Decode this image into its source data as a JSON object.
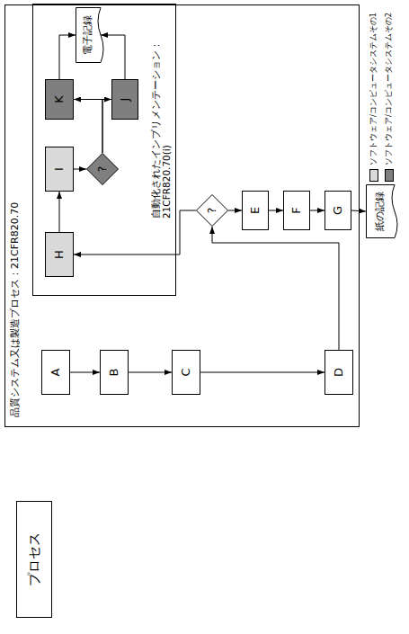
{
  "diagram": {
    "nodes": [
      {
        "text": [
          "プロセス"
        ]
      },
      {
        "text": [
          "品質システム又は製造プロセス：21CFR820.70"
        ]
      },
      {
        "text": [
          "A"
        ],
        "in": 1
      },
      {
        "text": [
          "B"
        ],
        "in": 1
      },
      {
        "text": [
          "C"
        ],
        "in": 1
      },
      {
        "text": [
          "D"
        ],
        "in": 1
      },
      {
        "text": [
          "?"
        ],
        "in": 1
      },
      {
        "text": [
          "E"
        ],
        "in": 1
      },
      {
        "text": [
          "F"
        ],
        "in": 1
      },
      {
        "text": [
          "G"
        ],
        "in": 1
      },
      {
        "text": [
          "紙の記録"
        ]
      },
      {
        "text": [
          "自動化されたインプリメンテーション：21CFR820.70(i)"
        ],
        "in": 1
      },
      {
        "text": [
          "H"
        ],
        "in": 11
      },
      {
        "text": [
          "I"
        ],
        "in": 11
      },
      {
        "text": [
          "?"
        ],
        "in": 11
      },
      {
        "text": [
          "K"
        ],
        "in": 11
      },
      {
        "text": [
          "J"
        ],
        "in": 11
      },
      {
        "text": [
          "電子記録"
        ],
        "in": 11
      }
    ],
    "edges": [
      {
        "from": 2,
        "to": 3,
        "arrow": "to"
      },
      {
        "from": 3,
        "to": 4,
        "arrow": "to"
      },
      {
        "from": 4,
        "to": 5,
        "arrow": "to"
      },
      {
        "from": 5,
        "to": 6,
        "arrow": "to"
      },
      {
        "from": 6,
        "to": 7,
        "arrow": "to"
      },
      {
        "from": 7,
        "to": 8,
        "arrow": "to"
      },
      {
        "from": 8,
        "to": 9,
        "arrow": "to"
      },
      {
        "from": 9,
        "to": 10,
        "arrow": "to"
      },
      {
        "from": 6,
        "to": 12,
        "arrow": "to"
      },
      {
        "from": 12,
        "to": 13,
        "arrow": "to"
      },
      {
        "from": 13,
        "to": 14,
        "arrow": "to"
      },
      {
        "from": 14,
        "to": 15,
        "arrow": "to"
      },
      {
        "from": 14,
        "to": 16,
        "arrow": "to"
      },
      {
        "from": 15,
        "to": 17,
        "arrow": "to"
      },
      {
        "from": 16,
        "to": 17,
        "arrow": "to"
      }
    ],
    "legend": [
      {
        "text": "ソフトウェア/コンピュータシステムその1",
        "color": "#d9d9d9"
      },
      {
        "text": "ソフトウェア/コンピュータシステムその2",
        "color": "#7f7f7f"
      }
    ]
  }
}
